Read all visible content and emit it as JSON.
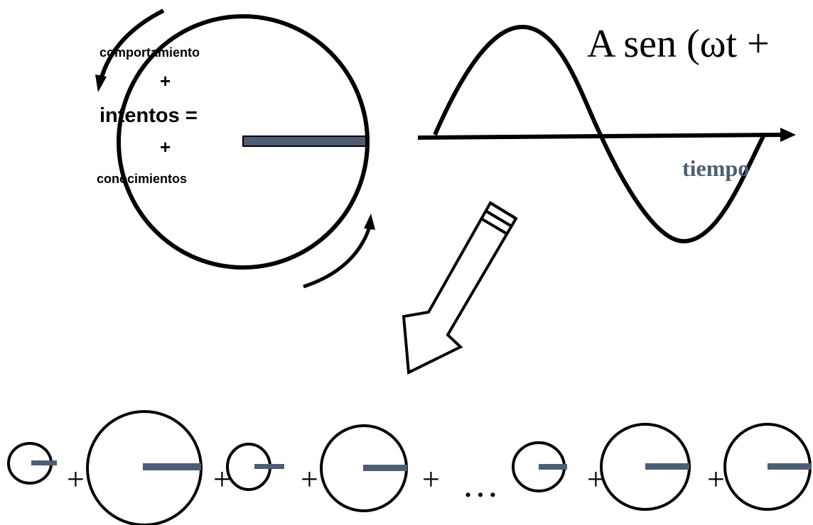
{
  "left_circle": {
    "label_line1": "comportamiento",
    "label_plus1": "+",
    "label_line2": "intentos =",
    "label_plus2": "+",
    "label_line3": "conocimientos"
  },
  "wave": {
    "formula": "A sen (ωt +",
    "axis_label": "tiempo"
  },
  "bottom_row": {
    "plus_sign": "+",
    "ellipsis": "…"
  },
  "colors": {
    "stroke": "#000000",
    "radius_bar": "#4d5d74",
    "axis_label": "#4d5d74"
  }
}
